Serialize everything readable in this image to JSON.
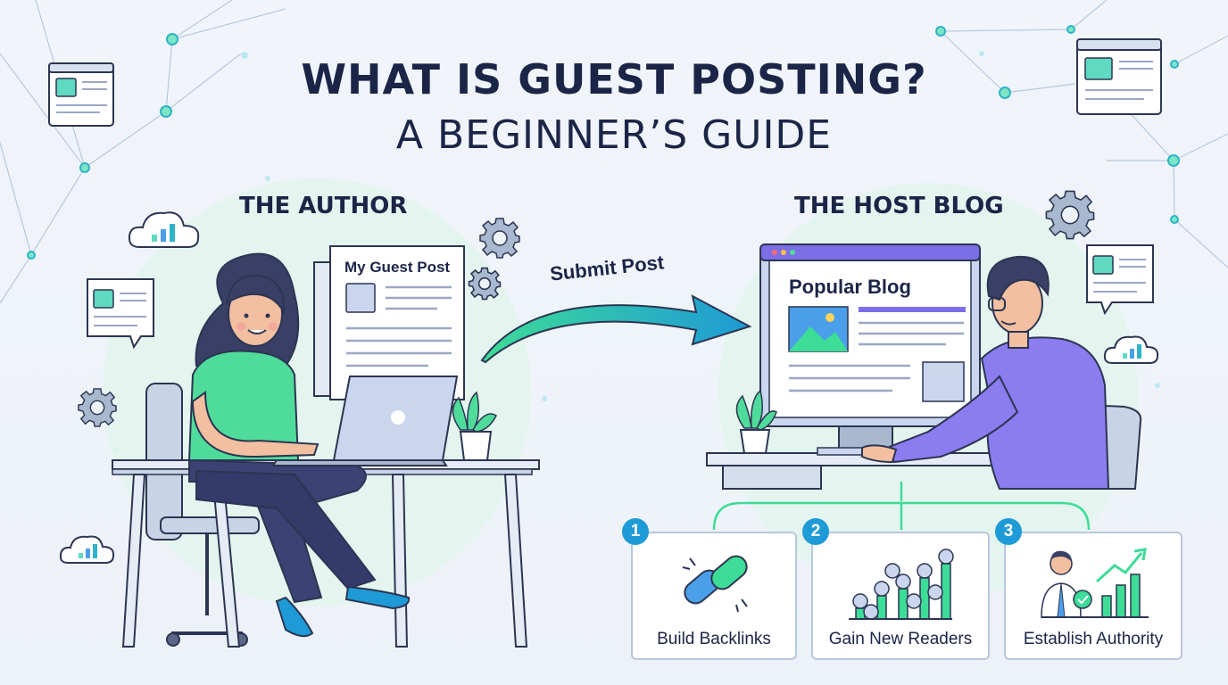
{
  "title": {
    "line1": "WHAT IS GUEST POSTING?",
    "line2": "A BEGINNER’S GUIDE"
  },
  "author": {
    "label": "THE AUTHOR",
    "doc_title": "My Guest Post"
  },
  "arrow": {
    "label": "Submit Post"
  },
  "host": {
    "label": "THE HOST BLOG",
    "blog_title": "Popular Blog"
  },
  "benefits": [
    {
      "number": "1",
      "label": "Build Backlinks",
      "icon": "chain-link-icon"
    },
    {
      "number": "2",
      "label": "Gain New Readers",
      "icon": "audience-growth-icon"
    },
    {
      "number": "3",
      "label": "Establish Authority",
      "icon": "authority-chart-icon"
    }
  ],
  "colors": {
    "navy": "#1b2547",
    "accent_blue": "#1e9ad6",
    "accent_green": "#3ddc97",
    "purple": "#7b6ee6"
  }
}
